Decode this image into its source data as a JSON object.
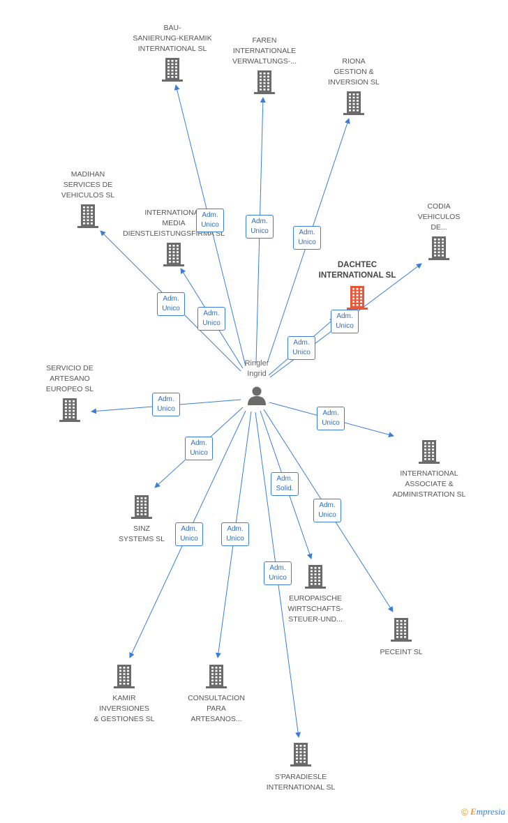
{
  "person": {
    "name": "Ringler\nIngrid"
  },
  "nodes": [
    {
      "id": "bau",
      "label": "BAU-\nSANIERUNG-KERAMIK\nINTERNATIONAL SL"
    },
    {
      "id": "faren",
      "label": "FAREN\nINTERNATIONALE\nVERWALTUNGS-..."
    },
    {
      "id": "riona",
      "label": "RIONA\nGESTION &\nINVERSION SL"
    },
    {
      "id": "madihan",
      "label": "MADIHAN\nSERVICES DE\nVEHICULOS SL"
    },
    {
      "id": "intmedia",
      "label": "INTERNATIONAL\nMEDIA\nDIENSTLEISTUNGSFIRMA SL"
    },
    {
      "id": "codia",
      "label": "CODIA\nVEHICULOS\nDE..."
    },
    {
      "id": "dachtec",
      "label": "DACHTEC\nINTERNATIONAL SL",
      "highlight": true
    },
    {
      "id": "servicio",
      "label": "SERVICIO DE\nARTESANO\nEUROPEO SL"
    },
    {
      "id": "intassoc",
      "label": "INTERNATIONAL\nASSOCIATE &\nADMINISTRATION SL"
    },
    {
      "id": "sinz",
      "label": "SINZ\nSYSTEMS SL"
    },
    {
      "id": "europaische",
      "label": "EUROPAISCHE\nWIRTSCHAFTS-\nSTEUER-UND..."
    },
    {
      "id": "peceint",
      "label": "PECEINT SL"
    },
    {
      "id": "kamir",
      "label": "KAMIR\nINVERSIONES\n& GESTIONES SL"
    },
    {
      "id": "consultacion",
      "label": "CONSULTACION\nPARA\nARTESANOS..."
    },
    {
      "id": "sparadiesle",
      "label": "S'PARADIESLE\nINTERNATIONAL SL"
    }
  ],
  "edge_labels": [
    {
      "id": "e-bau",
      "text": "Adm.\nUnico"
    },
    {
      "id": "e-faren",
      "text": "Adm.\nUnico"
    },
    {
      "id": "e-riona",
      "text": "Adm.\nUnico"
    },
    {
      "id": "e-madihan",
      "text": "Adm.\nUnico"
    },
    {
      "id": "e-intmedia",
      "text": "Adm.\nUnico"
    },
    {
      "id": "e-codia",
      "text": "Adm.\nUnico"
    },
    {
      "id": "e-dachtec",
      "text": "Adm.\nUnico"
    },
    {
      "id": "e-servicio",
      "text": "Adm.\nUnico"
    },
    {
      "id": "e-intassoc",
      "text": "Adm.\nUnico"
    },
    {
      "id": "e-sinz",
      "text": "Adm.\nUnico"
    },
    {
      "id": "e-europaische",
      "text": "Adm.\nSolid."
    },
    {
      "id": "e-peceint",
      "text": "Adm.\nUnico"
    },
    {
      "id": "e-kamir",
      "text": "Adm.\nUnico"
    },
    {
      "id": "e-consultacion",
      "text": "Adm.\nUnico"
    },
    {
      "id": "e-sparadiesle",
      "text": "Adm.\nUnico"
    }
  ],
  "colors": {
    "edge": "#3a7fd5",
    "building": "#6b6b6b",
    "highlight": "#e8573a",
    "person": "#6b6b6b"
  },
  "footer": {
    "copyright_symbol": "©",
    "brand_initial": "E",
    "brand_rest": "mpresia"
  }
}
